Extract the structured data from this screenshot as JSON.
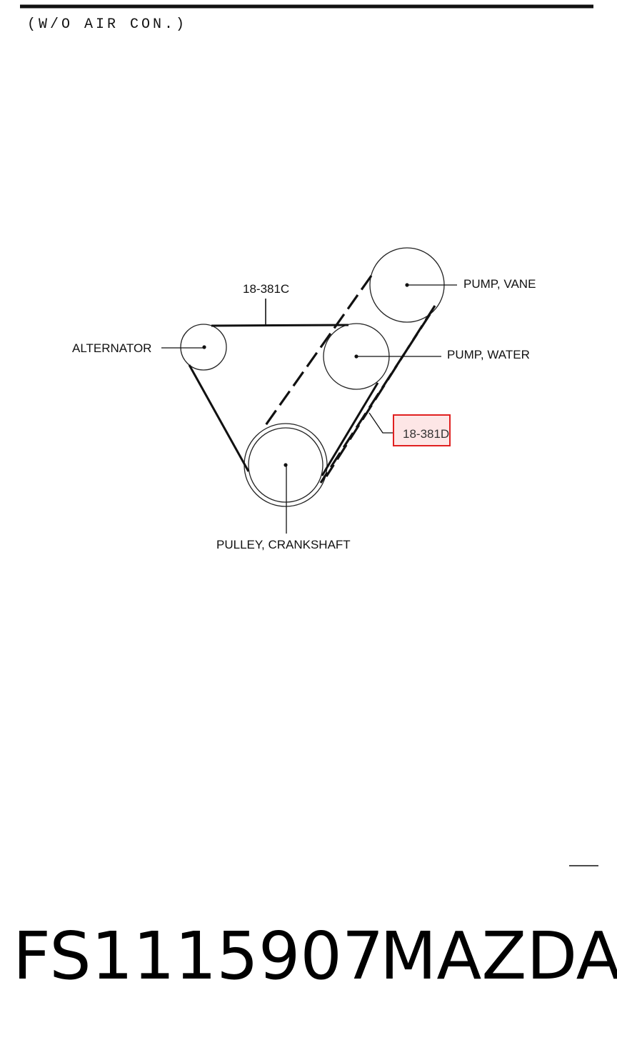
{
  "header": {
    "note": "(W/O AIR CON.)"
  },
  "diagram": {
    "parts": {
      "pump_vane": "PUMP, VANE",
      "pump_water": "PUMP, WATER",
      "alternator": "ALTERNATOR",
      "crankshaft": "PULLEY, CRANKSHAFT"
    },
    "belts": {
      "belt_c": "18-381C",
      "belt_d": "18-381D"
    },
    "highlight_color": "#e02020"
  },
  "footer": {
    "part_number": "FS1115907",
    "brand": "MAZDA"
  }
}
